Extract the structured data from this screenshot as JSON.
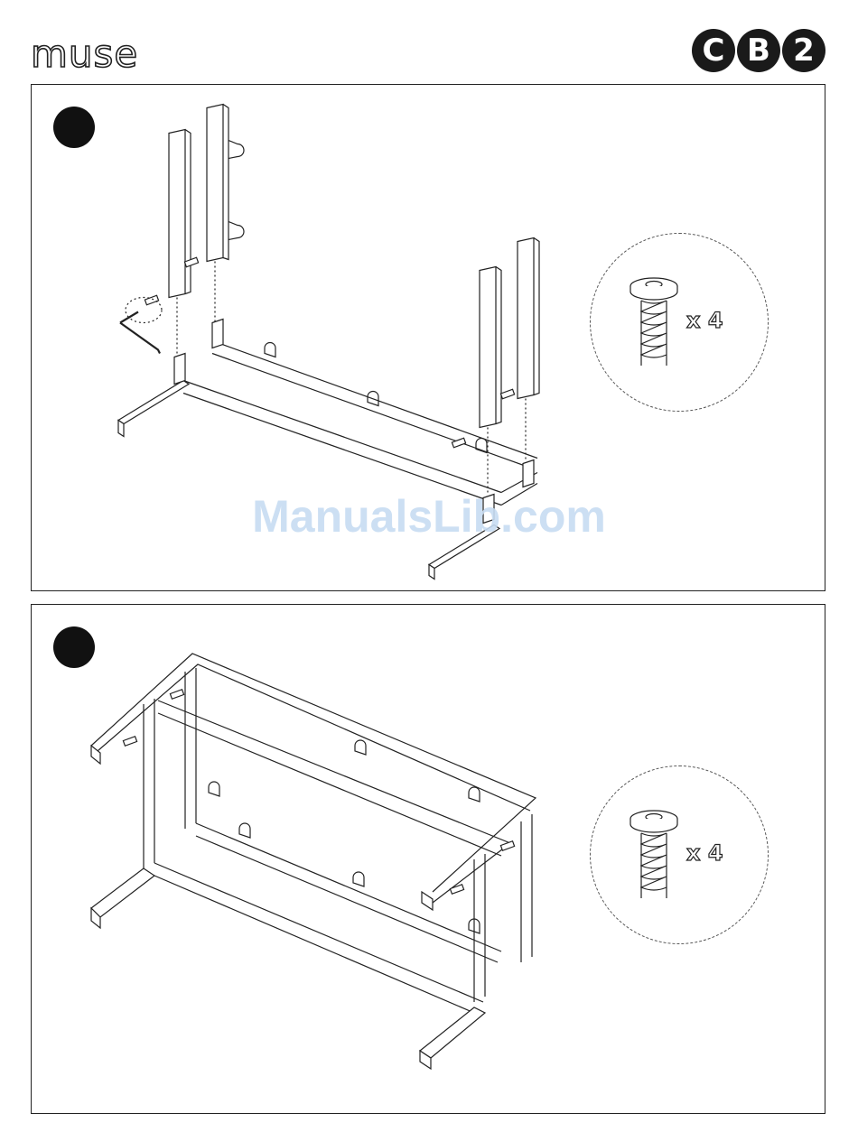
{
  "header": {
    "brand": "muse",
    "logo_letters": [
      "C",
      "B",
      "2"
    ]
  },
  "steps": [
    {
      "callout": {
        "quantity": "x 4",
        "icon": "screw-icon"
      },
      "tool_icon": "allen-key-icon"
    },
    {
      "callout": {
        "quantity": "x 4",
        "icon": "screw-icon"
      }
    }
  ],
  "watermark": "ManualsLib.com",
  "colors": {
    "ink": "#111111",
    "watermark": "#c7dcf2"
  }
}
